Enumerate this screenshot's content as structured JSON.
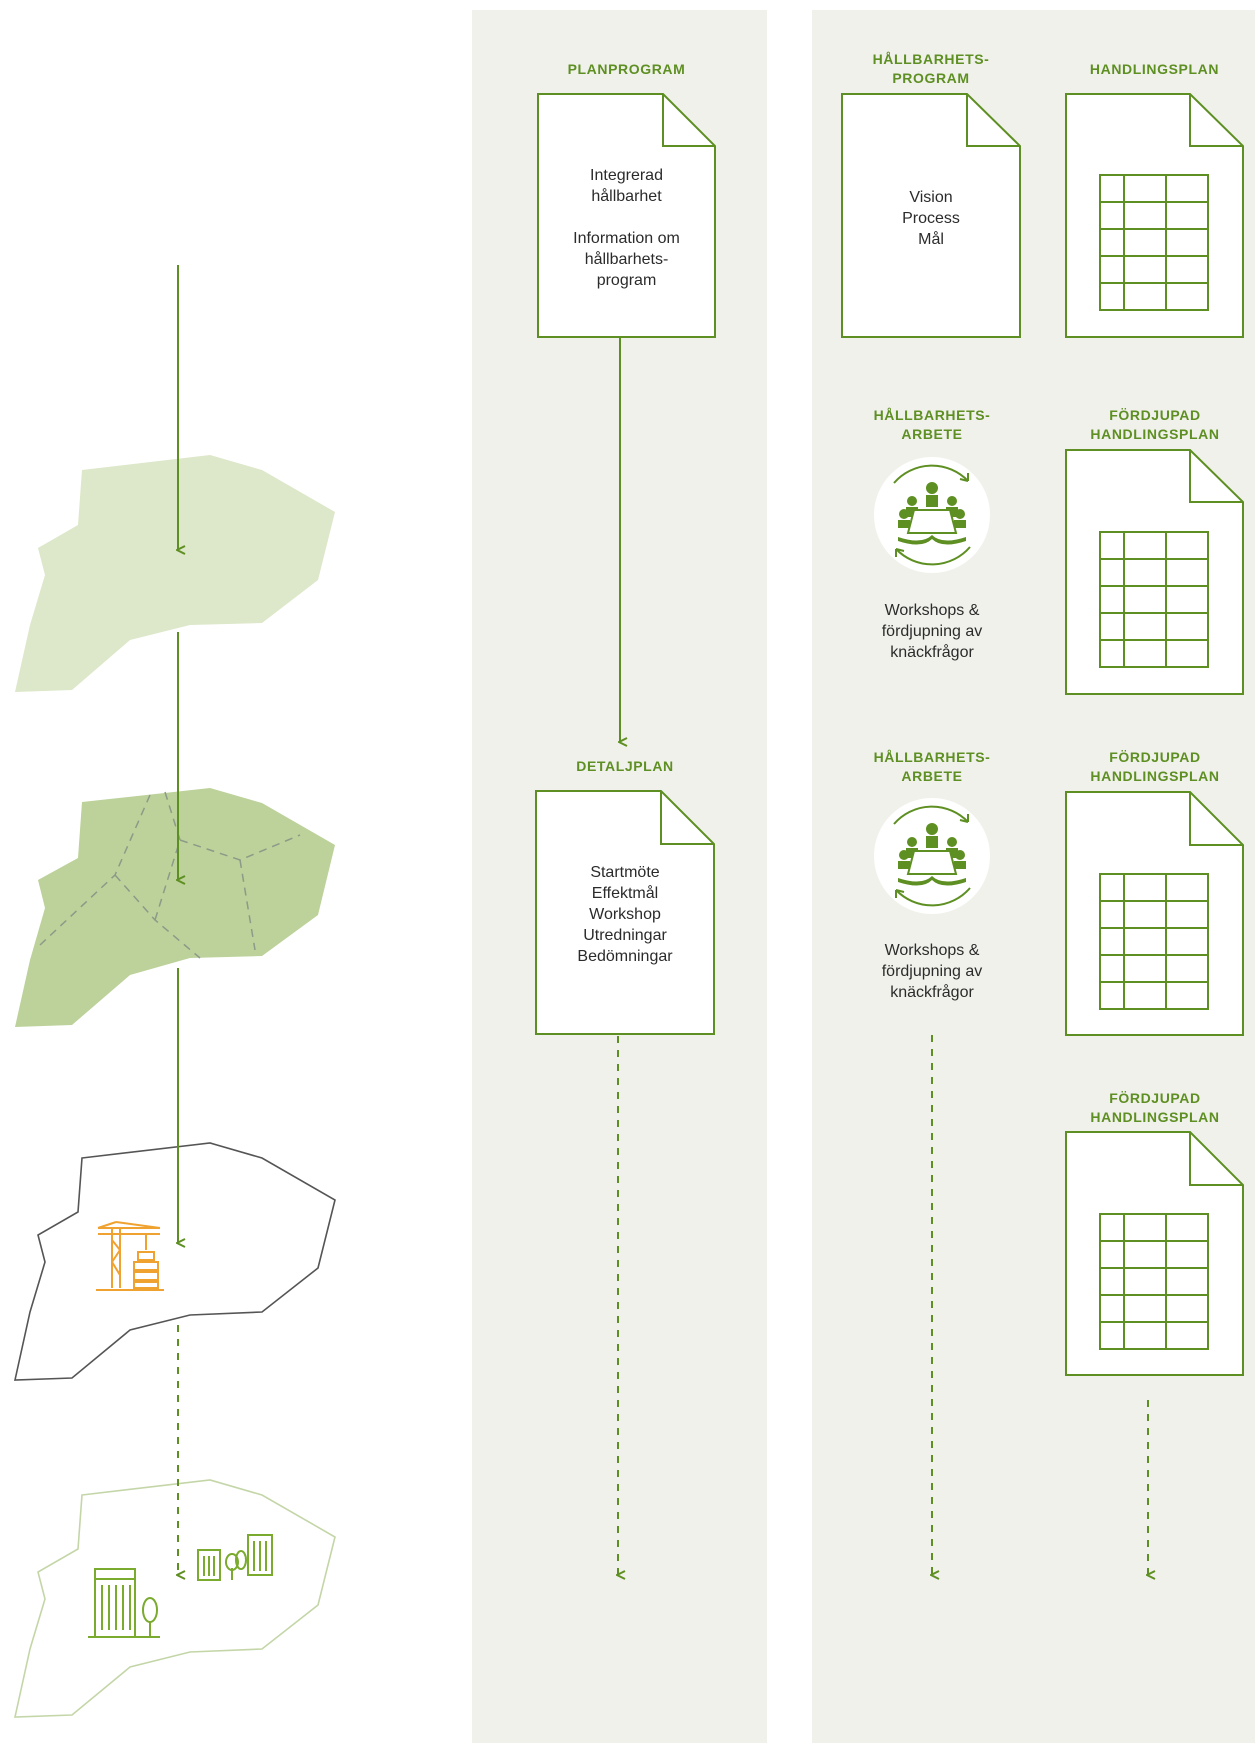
{
  "colors": {
    "accent_green": "#5e8f22",
    "panel_bg": "#f1f1ec",
    "light_area": "#dde7c9",
    "medium_area": "#bcd29a",
    "crane_orange": "#f0a230"
  },
  "planprogram": {
    "heading": "PLANPROGRAM",
    "lines": [
      "Integrerad",
      "hållbarhet",
      "",
      "Information om",
      "hållbarhets-",
      "program"
    ]
  },
  "detaljplan": {
    "heading": "DETALJPLAN",
    "lines": [
      "Startmöte",
      "Effektmål",
      "Workshop",
      "Utredningar",
      "Bedömningar"
    ]
  },
  "hallbarhetsprogram": {
    "heading_line1": "HÅLLBARHETS-",
    "heading_line2": "PROGRAM",
    "lines": [
      "Vision",
      "Process",
      "Mål"
    ]
  },
  "handlingsplan": {
    "heading": "HANDLINGSPLAN"
  },
  "arbete_1": {
    "heading_line1": "HÅLLBARHETS-",
    "heading_line2": "ARBETE",
    "lines": [
      "Workshops &",
      "fördjupning av",
      "knäckfrågor"
    ]
  },
  "arbete_2": {
    "heading_line1": "HÅLLBARHETS-",
    "heading_line2": "ARBETE",
    "lines": [
      "Workshops &",
      "fördjupning av",
      "knäckfrågor"
    ]
  },
  "fordjupad_1": {
    "heading_line1": "FÖRDJUPAD",
    "heading_line2": "HANDLINGSPLAN"
  },
  "fordjupad_2": {
    "heading_line1": "FÖRDJUPAD",
    "heading_line2": "HANDLINGSPLAN"
  },
  "fordjupad_3": {
    "heading_line1": "FÖRDJUPAD",
    "heading_line2": "HANDLINGSPLAN"
  },
  "icons": [
    "people-meeting-icon",
    "construction-crane-icon",
    "buildings-icon",
    "tree-icon",
    "table-document-icon"
  ]
}
